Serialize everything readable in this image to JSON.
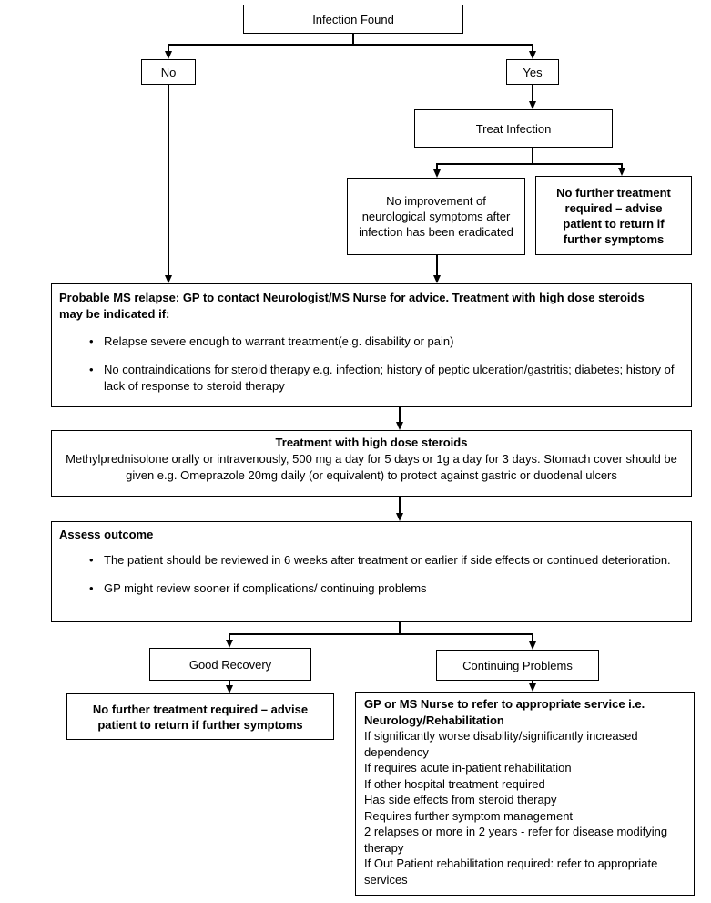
{
  "colors": {
    "background": "#ffffff",
    "box_fill": "#ffffff",
    "box_border": "#000000",
    "text": "#000000"
  },
  "nodes": {
    "infection_found": {
      "label": "Infection Found"
    },
    "no": {
      "label": "No"
    },
    "yes": {
      "label": "Yes"
    },
    "treat_infection": {
      "label": "Treat Infection"
    },
    "no_improvement": {
      "label": "No improvement of neurological symptoms after infection has been eradicated"
    },
    "no_further_top": {
      "label": "No further treatment required – advise patient to return if further symptoms"
    },
    "probable": {
      "heading_line1": "Probable MS relapse: GP to contact Neurologist/MS Nurse for advice.  Treatment with high dose steroids",
      "heading_line2": "may be indicated if:",
      "bullet1": "Relapse severe enough to warrant treatment(e.g. disability or pain)",
      "bullet2": "No contraindications for steroid therapy e.g. infection; history of peptic ulceration/gastritis; diabetes; history of lack of response to steroid therapy"
    },
    "treatment": {
      "heading": "Treatment with high dose steroids",
      "body": "Methylprednisolone orally or intravenously, 500 mg a day for 5 days or 1g a day for 3 days. Stomach cover should be given e.g. Omeprazole 20mg daily (or equivalent) to protect against gastric or duodenal ulcers"
    },
    "assess": {
      "heading": "Assess outcome",
      "bullet1": "The patient should be reviewed in 6 weeks after treatment or earlier if side effects or continued deterioration.",
      "bullet2": "GP might review sooner if complications/ continuing problems"
    },
    "good_recovery": {
      "label": "Good Recovery"
    },
    "continuing_problems": {
      "label": "Continuing Problems"
    },
    "no_further_bottom": {
      "label": "No further treatment required – advise patient to return if further symptoms"
    },
    "refer": {
      "heading": "GP or MS Nurse to refer to appropriate service i.e. Neurology/Rehabilitation",
      "lines": [
        "If significantly worse disability/significantly increased dependency",
        "If requires acute in-patient rehabilitation",
        "If other hospital treatment required",
        "Has side effects from steroid therapy",
        "Requires further symptom management",
        "2 relapses or more in 2 years - refer for disease modifying therapy",
        "If Out Patient rehabilitation required: refer to appropriate services"
      ]
    }
  }
}
